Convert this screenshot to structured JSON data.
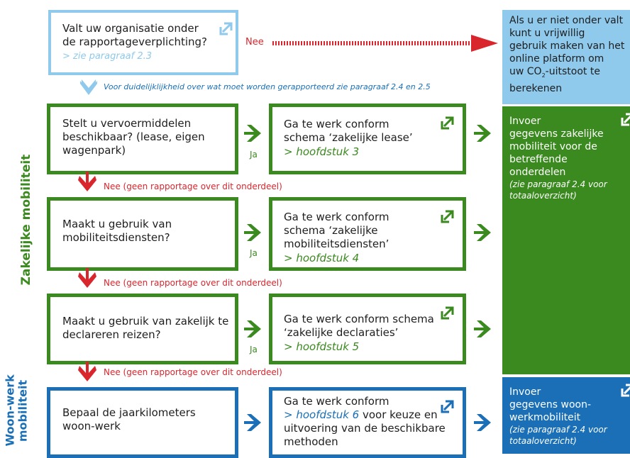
{
  "q1": {
    "line1": "Valt uw organisatie onder",
    "line2": "de rapportageverplichting?",
    "ref": "> zie paragraaf 2.3"
  },
  "nee_label": "Nee",
  "note": "Voor duidelijklijkheid over wat moet worden gerapporteerd zie paragraaf 2.4 en 2.5",
  "panel_top": {
    "l1": "Als u er niet onder valt",
    "l2": "kunt u vrijwillig",
    "l3": "gebruik maken van het",
    "l4": "online platform om",
    "l5a": "uw CO",
    "l5sub": "2",
    "l5b": "-uitstoot te",
    "l6": "berekenen"
  },
  "q2": {
    "l1": "Stelt u vervoermiddelen",
    "l2": "beschikbaar? (lease, eigen",
    "l3": "wagenpark)"
  },
  "a2": {
    "l1": "Ga te werk conform",
    "l2": "schema ‘zakelijke lease’",
    "ref": "> hoofdstuk 3"
  },
  "ja_label": "Ja",
  "nee_geen": "Nee (geen rapportage over dit onderdeel)",
  "q3": {
    "l1": "Maakt u gebruik van",
    "l2": "mobiliteitsdiensten?"
  },
  "a3": {
    "l1": "Ga te werk conform",
    "l2": "schema ‘zakelijke",
    "l3": "mobiliteitsdiensten’",
    "ref": "> hoofdstuk 4"
  },
  "q4": {
    "l1": "Maakt u gebruik van zakelijk te",
    "l2": "declareren reizen?"
  },
  "a4": {
    "l1": "Ga te werk conform schema",
    "l2": "‘zakelijke declaraties’",
    "ref": "> hoofdstuk 5"
  },
  "q5": {
    "l1": "Bepaal de jaarkilometers",
    "l2": "woon-werk"
  },
  "a5": {
    "l1": "Ga te werk conform",
    "ref": "> hoofdstuk 6",
    "l2rest": " voor keuze en",
    "l3": "uitvoering van de beschikbare",
    "l4": "methoden"
  },
  "panel_green": {
    "l1": "Invoer",
    "l2": "gegevens zakelijke",
    "l3": "mobiliteit voor de",
    "l4": "betreffende",
    "l5": "onderdelen",
    "i1": "(zie paragraaf 2.4 voor",
    "i2": "totaaloverzicht)"
  },
  "panel_blue": {
    "l1": "Invoer",
    "l2": "gegevens woon-",
    "l3": "werkmobiliteit",
    "i1": "(zie paragraaf 2.4 voor",
    "i2": "totaaloverzicht)"
  },
  "side_label_1": "Zakelijke mobiliteit",
  "side_label_2a": "Woon-werk",
  "side_label_2b": "mobiliteit",
  "colors": {
    "light_blue": "#8fc9ec",
    "green": "#3b8a1f",
    "blue": "#1a6fb6",
    "red": "#d9262d"
  }
}
